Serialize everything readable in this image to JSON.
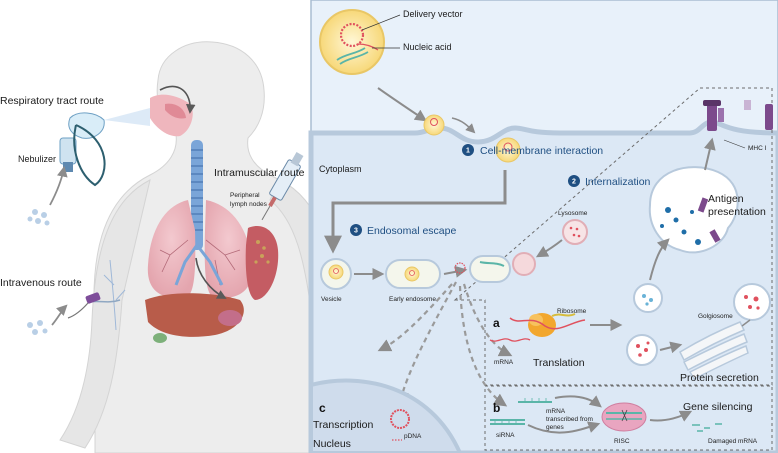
{
  "routes": {
    "respiratory": "Respiratory tract route",
    "intramuscular": "Intramuscular route",
    "intravenous": "Intravenous route",
    "nebulizer": "Nebulizer",
    "lymph_nodes_line1": "Peripheral",
    "lymph_nodes_line2": "lymph nodes"
  },
  "particle": {
    "delivery_vector": "Delivery vector",
    "nucleic_acid": "Nucleic acid"
  },
  "cell": {
    "cytoplasm": "Cytoplasm",
    "steps": [
      {
        "num": "1",
        "label": "Cell-membrane interaction"
      },
      {
        "num": "2",
        "label": "Internalization"
      },
      {
        "num": "3",
        "label": "Endosomal escape"
      }
    ],
    "vesicle": "Vesicle",
    "early_endosome": "Early endosome",
    "lysosome": "Lysosome",
    "mhc": "MHC I",
    "antigen_line1": "Antigen",
    "antigen_line2": "presentation",
    "ribosome": "Ribosome",
    "mrna": "mRNA",
    "translation": "Translation",
    "golgiosome": "Golgiosome",
    "protein_secretion": "Protein secretion",
    "panel_a": "a",
    "panel_b": "b",
    "panel_c": "c",
    "sirna": "siRNA",
    "mrna_transcribed_line1": "mRNA",
    "mrna_transcribed_line2": "transcribed from",
    "mrna_transcribed_line3": "genes",
    "risc": "RISC",
    "gene_silencing": "Gene silencing",
    "damaged_mrna": "Damaged mRNA",
    "transcription": "Transcription",
    "pdna": "pDNA",
    "nucleus": "Nucleus"
  },
  "colors": {
    "panel_bg": "#e8f1fa",
    "cytoplasm_bg": "#dce8f5",
    "nucleus_bg": "#cfdcec",
    "membrane": "#b7c9dc",
    "step_badge": "#1f4f82",
    "particle_fill": "#fbe7a6",
    "nucleic": "#e0515e",
    "mhc": "#7c4a8c",
    "skin": "#ececec"
  }
}
